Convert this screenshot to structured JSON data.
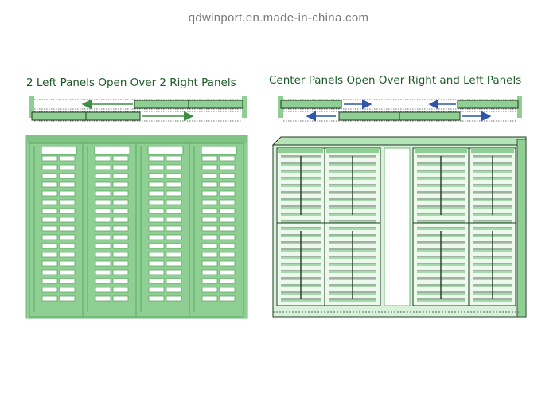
{
  "watermark": "qdwinport.en.made-in-china.com",
  "left_diagram": {
    "caption": "2 Left Panels Open Over 2 Right Panels"
  },
  "right_diagram": {
    "caption": "Center Panels Open Over Right and Left Panels"
  },
  "colors": {
    "panel_green": "#8fcf93",
    "frame_green": "#6fb874",
    "dark_line": "#1f3a22",
    "arrow_green": "#3d8f45",
    "arrow_blue": "#2f55a8",
    "caption_green": "#1d5a25"
  }
}
